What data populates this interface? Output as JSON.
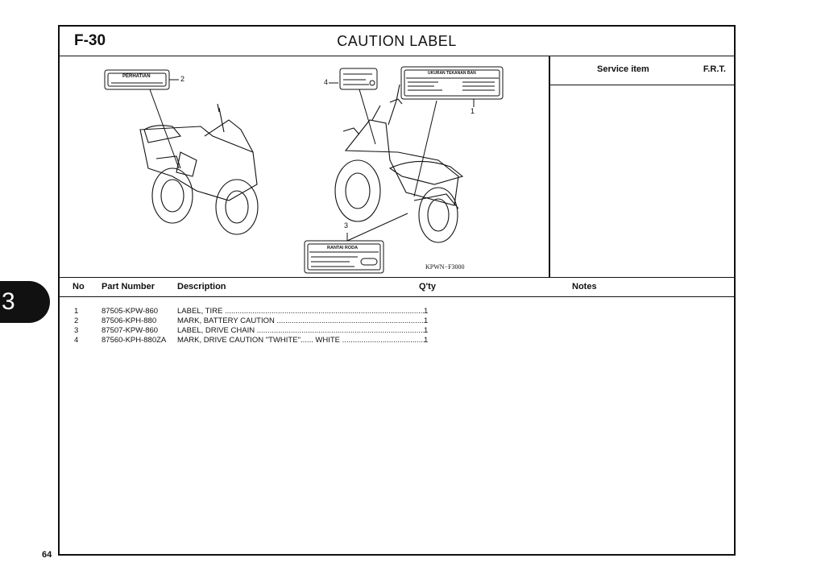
{
  "header": {
    "code": "F-30",
    "title": "CAUTION LABEL"
  },
  "illustration": {
    "callouts": [
      "1",
      "2",
      "3",
      "4"
    ],
    "label_texts": {
      "label_2": "PERHATIAN",
      "label_1": "UKURAN TEKANAN BAN",
      "label_3": "RANTAI RODA"
    },
    "diagram_code": "KPWN−F3000"
  },
  "service_panel": {
    "service_item": "Service item",
    "frt": "F.R.T."
  },
  "table": {
    "headers": {
      "no": "No",
      "part_number": "Part Number",
      "description": "Description",
      "qty": "Q'ty",
      "notes": "Notes"
    },
    "rows": [
      {
        "no": "1",
        "part": "87505-KPW-860",
        "desc": "LABEL, TIRE",
        "qty": "1"
      },
      {
        "no": "2",
        "part": "87506-KPH-880",
        "desc": "MARK, BATTERY CAUTION",
        "qty": "1"
      },
      {
        "no": "3",
        "part": "87507-KPW-860",
        "desc": "LABEL, DRIVE CHAIN",
        "qty": "1"
      },
      {
        "no": "4",
        "part": "87560-KPH-880ZA",
        "desc": "MARK, DRIVE CAUTION \"TWHITE\"...... WHITE",
        "qty": "1"
      }
    ]
  },
  "section_tab": "3",
  "page_number": "64"
}
